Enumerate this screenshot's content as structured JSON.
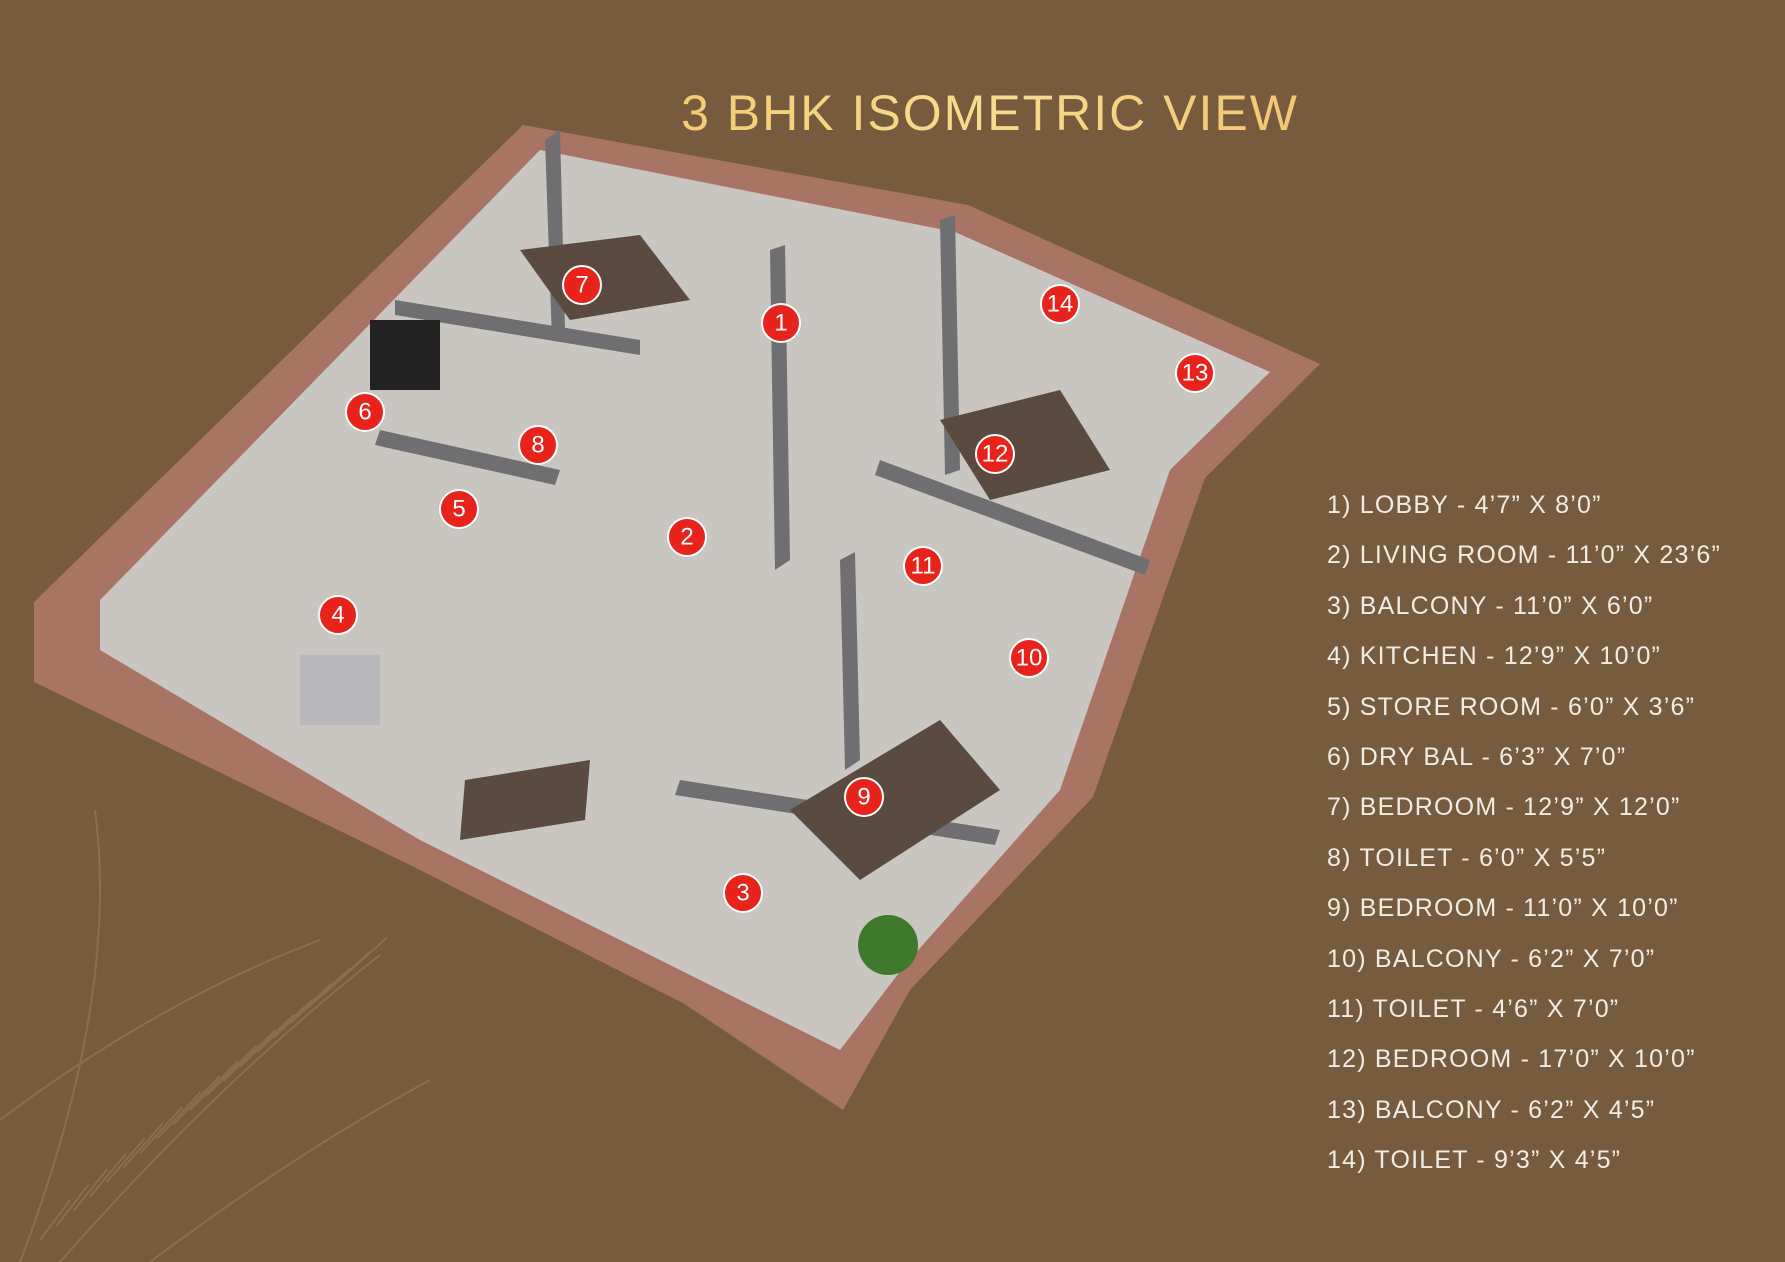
{
  "title": "3 BHK ISOMETRIC VIEW",
  "colors": {
    "background": "#765b3f",
    "marker": "#e8231b",
    "title_gold": "#f2c96e",
    "legend_text": "#f3ece3"
  },
  "markers": [
    "1",
    "2",
    "3",
    "4",
    "5",
    "6",
    "7",
    "8",
    "9",
    "10",
    "11",
    "12",
    "13",
    "14"
  ],
  "legend": [
    "1) LOBBY - 4’7” X 8’0”",
    "2) LIVING ROOM - 11’0” X 23’6”",
    "3) BALCONY - 11’0” X 6’0”",
    "4) KITCHEN - 12’9” X 10’0”",
    "5) STORE ROOM - 6’0” X 3’6”",
    "6) DRY BAL - 6’3” X 7’0”",
    "7) BEDROOM - 12’9” X 12’0”",
    "8) TOILET - 6’0” X 5’5”",
    "9) BEDROOM - 11’0” X 10’0”",
    "10) BALCONY - 6’2” X 7’0”",
    "11) TOILET - 4’6” X 7’0”",
    "12) BEDROOM - 17’0” X 10’0”",
    "13) BALCONY - 6’2” X 4’5”",
    "14) TOILET - 9’3” X 4’5”"
  ]
}
